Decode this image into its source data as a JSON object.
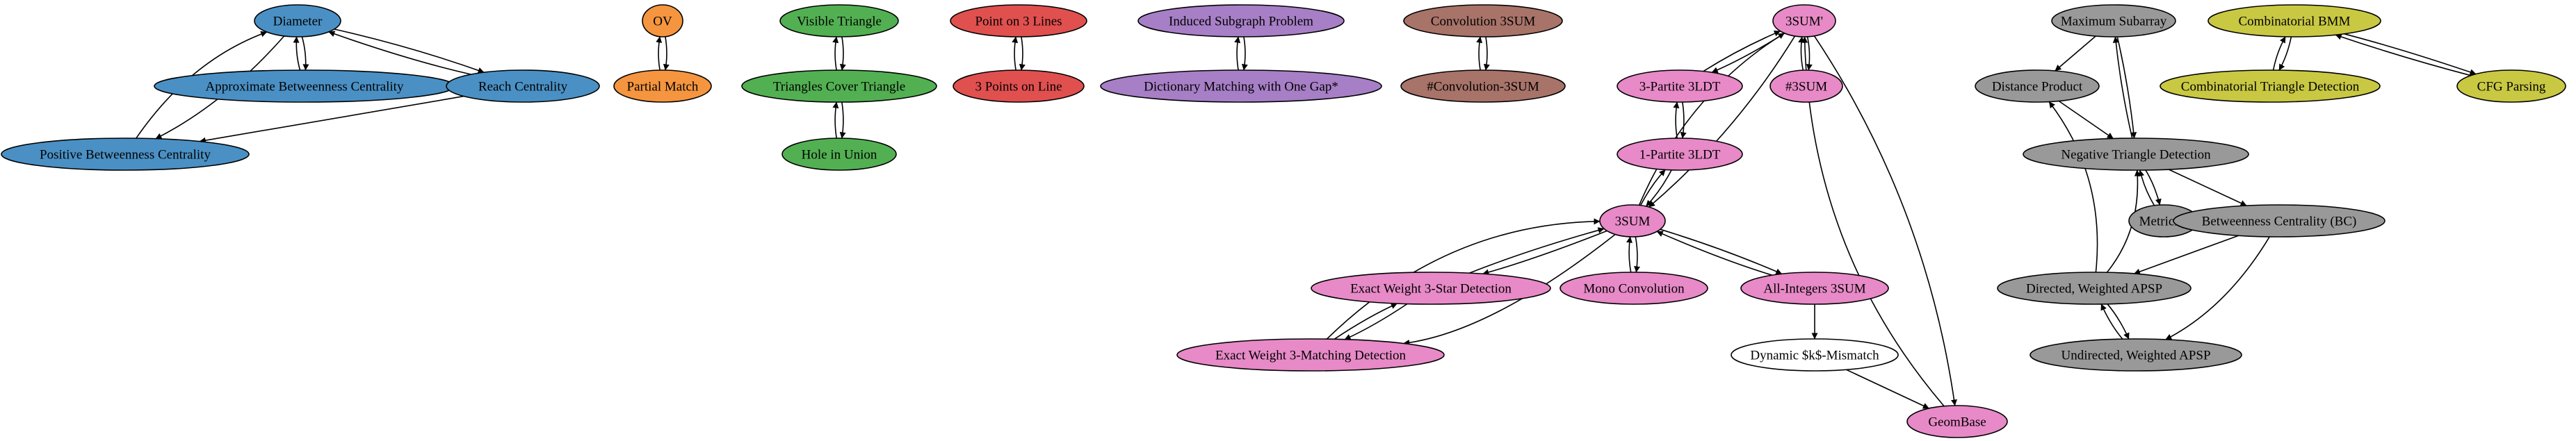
{
  "colors": {
    "blue": "#4a90c4",
    "orange": "#f5953f",
    "green": "#52b052",
    "red": "#e0504f",
    "purple": "#a77fc6",
    "brown": "#a87369",
    "pink": "#e78ac7",
    "gray": "#999999",
    "olive": "#c9c843",
    "white": "#ffffff"
  },
  "nodes": [
    {
      "id": "diameter",
      "label": "Diameter",
      "color": "blue"
    },
    {
      "id": "approx_bc",
      "label": "Approximate Betweenness Centrality",
      "color": "blue"
    },
    {
      "id": "reach",
      "label": "Reach Centrality",
      "color": "blue"
    },
    {
      "id": "pos_bc",
      "label": "Positive Betweenness Centrality",
      "color": "blue"
    },
    {
      "id": "ov",
      "label": "OV",
      "color": "orange"
    },
    {
      "id": "partial_match",
      "label": "Partial Match",
      "color": "orange"
    },
    {
      "id": "visible_tri",
      "label": "Visible Triangle",
      "color": "green"
    },
    {
      "id": "tri_cover",
      "label": "Triangles Cover Triangle",
      "color": "green"
    },
    {
      "id": "hole_union",
      "label": "Hole in Union",
      "color": "green"
    },
    {
      "id": "pt3lines",
      "label": "Point on 3 Lines",
      "color": "red"
    },
    {
      "id": "three_pts",
      "label": "3 Points on Line",
      "color": "red"
    },
    {
      "id": "induced_sub",
      "label": "Induced Subgraph Problem",
      "color": "purple"
    },
    {
      "id": "dict_match",
      "label": "Dictionary Matching with One Gap*",
      "color": "purple"
    },
    {
      "id": "conv3sum",
      "label": "Convolution 3SUM",
      "color": "brown"
    },
    {
      "id": "sharp_conv3sum",
      "label": "#Convolution-3SUM",
      "color": "brown"
    },
    {
      "id": "threesum_prime",
      "label": "3SUM'",
      "color": "pink"
    },
    {
      "id": "tripartite",
      "label": "3-Partite 3LDT",
      "color": "pink"
    },
    {
      "id": "sharp3sum",
      "label": "#3SUM",
      "color": "pink"
    },
    {
      "id": "onepartite",
      "label": "1-Partite 3LDT",
      "color": "pink"
    },
    {
      "id": "threesum",
      "label": "3SUM",
      "color": "pink"
    },
    {
      "id": "star3",
      "label": "Exact Weight 3-Star Detection",
      "color": "pink"
    },
    {
      "id": "monoconv",
      "label": "Mono Convolution",
      "color": "pink"
    },
    {
      "id": "allint",
      "label": "All-Integers 3SUM",
      "color": "pink"
    },
    {
      "id": "match3",
      "label": "Exact Weight 3-Matching Detection",
      "color": "pink"
    },
    {
      "id": "dyn_k",
      "label": "Dynamic $k$-Mismatch",
      "color": "white"
    },
    {
      "id": "geombase",
      "label": "GeomBase",
      "color": "pink"
    },
    {
      "id": "max_subarray",
      "label": "Maximum Subarray",
      "color": "gray"
    },
    {
      "id": "dist_prod",
      "label": "Distance Product",
      "color": "gray"
    },
    {
      "id": "neg_tri",
      "label": "Negative Triangle Detection",
      "color": "gray"
    },
    {
      "id": "metricity",
      "label": "Metricity",
      "color": "gray"
    },
    {
      "id": "bc",
      "label": "Betweenness Centrality (BC)",
      "color": "gray"
    },
    {
      "id": "dir_apsp",
      "label": "Directed, Weighted APSP",
      "color": "gray"
    },
    {
      "id": "undir_apsp",
      "label": "Undirected, Weighted APSP",
      "color": "gray"
    },
    {
      "id": "comb_bmm",
      "label": "Combinatorial BMM",
      "color": "olive"
    },
    {
      "id": "comb_tri",
      "label": "Combinatorial Triangle Detection",
      "color": "olive"
    },
    {
      "id": "cfg",
      "label": "CFG Parsing",
      "color": "olive"
    }
  ]
}
